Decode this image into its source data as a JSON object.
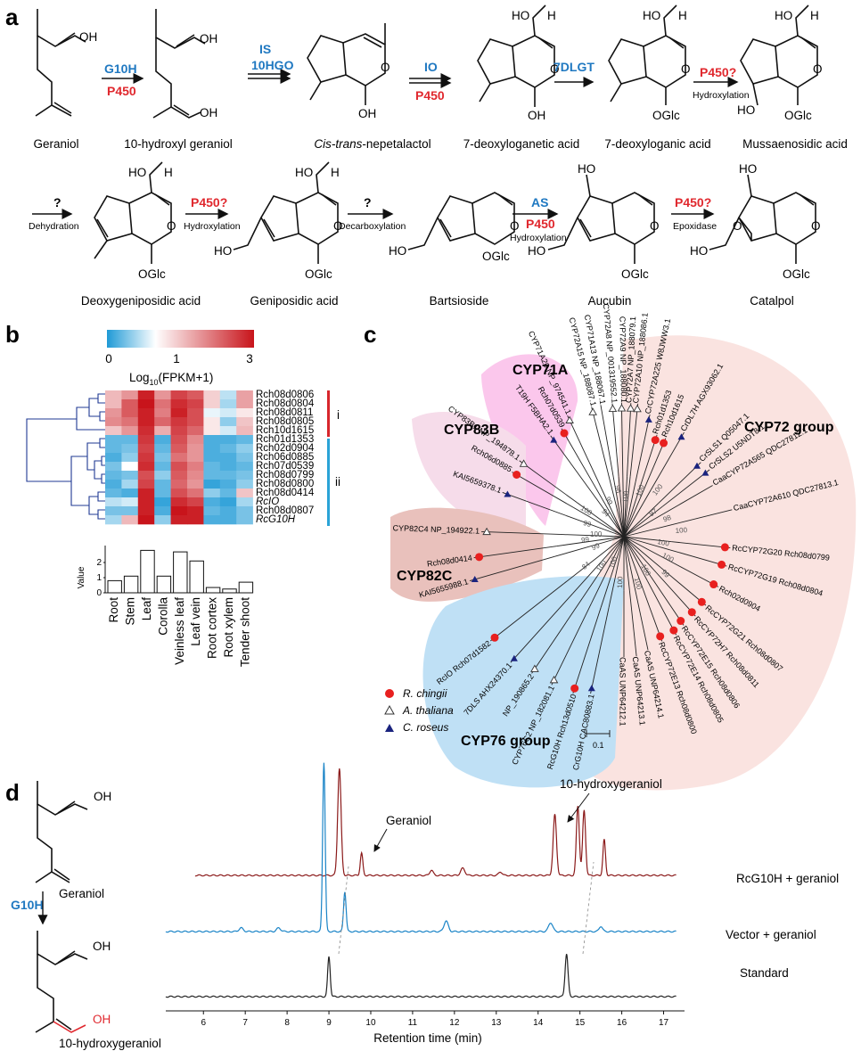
{
  "panels": {
    "a": "a",
    "b": "b",
    "c": "c",
    "d": "d"
  },
  "pathway": {
    "compounds": [
      "Geraniol",
      "10-hydroxyl geraniol",
      "Cis-trans-nepetalactol",
      "7-deoxyloganetic acid",
      "7-deoxyloganic acid",
      "Mussaenosidic acid",
      "Deoxygeniposidic acid",
      "Geniposidic acid",
      "Bartsioside",
      "Aucubin",
      "Catalpol"
    ],
    "nepetalactol_prefix": "Cis-trans",
    "nepetalactol_suffix": "-nepetalactol",
    "steps": [
      {
        "blue": "G10H",
        "red": "P450",
        "note": ""
      },
      {
        "blue": "IS",
        "blue2": "10HGO",
        "red": "",
        "note": ""
      },
      {
        "blue": "IO",
        "red": "P450",
        "note": ""
      },
      {
        "blue": "7DLGT",
        "red": "",
        "note": ""
      },
      {
        "blue": "",
        "red": "P450?",
        "note": "Hydroxylation"
      },
      {
        "black": "?",
        "note": "Dehydration"
      },
      {
        "blue": "",
        "red": "P450?",
        "note": "Hydroxylation"
      },
      {
        "black": "?",
        "note": "Decarboxylation"
      },
      {
        "blue": "AS",
        "red": "P450",
        "note": "Hydroxylation"
      },
      {
        "blue": "",
        "red": "P450?",
        "note": "Epoxidase"
      }
    ],
    "atoms": {
      "OH": "OH",
      "HO": "HO",
      "H": "H",
      "O": "O",
      "OGlc": "OGlc"
    }
  },
  "heatmap": {
    "scale_ticks": [
      "0",
      "1",
      "3"
    ],
    "scale_label_pre": "Log",
    "scale_label_sub": "10",
    "scale_label_post": "(FPKM+1)",
    "genes": [
      "Rch08d0806",
      "Rch08d0804",
      "Rch08d0811",
      "Rch08d0805",
      "Rch10d1615",
      "Rch01d1353",
      "Rch02d0904",
      "Rch06d0885",
      "Rch07d0539",
      "Rch08d0799",
      "Rch08d0800",
      "Rch08d0414",
      "RcIO",
      "Rch08d0807",
      "RcG10H"
    ],
    "groups": [
      {
        "label": "i",
        "color": "#d7262c"
      },
      {
        "label": "ii",
        "color": "#2aa3d6"
      }
    ],
    "tissues": [
      "Root",
      "Stem",
      "Leaf",
      "Corolla",
      "Veinless leaf",
      "Leaf vein",
      "Root cortex",
      "Root xylem",
      "Tender shoot"
    ],
    "bar_ylabel": "Value",
    "bar_ticks": [
      "0",
      "1",
      "2"
    ],
    "bar_values": [
      0.8,
      1.1,
      2.8,
      1.1,
      2.7,
      2.1,
      0.35,
      0.25,
      0.7
    ],
    "values": [
      [
        1.6,
        1.9,
        2.9,
        1.9,
        2.6,
        2.4,
        1.4,
        0.7,
        1.8
      ],
      [
        1.6,
        2.4,
        3.0,
        2.2,
        2.8,
        2.6,
        1.4,
        0.6,
        1.8
      ],
      [
        1.9,
        2.4,
        2.9,
        2.1,
        2.9,
        2.5,
        0.9,
        0.8,
        1.2
      ],
      [
        2.0,
        2.2,
        2.9,
        2.3,
        2.7,
        2.5,
        1.2,
        0.5,
        1.5
      ],
      [
        1.5,
        1.9,
        2.8,
        1.7,
        2.6,
        2.3,
        1.2,
        0.8,
        1.6
      ],
      [
        0.3,
        0.3,
        2.7,
        0.2,
        2.5,
        2.0,
        0.2,
        0.2,
        0.3
      ],
      [
        0.3,
        0.4,
        2.6,
        0.3,
        2.4,
        1.9,
        0.2,
        0.3,
        0.5
      ],
      [
        0.2,
        0.5,
        2.7,
        0.4,
        2.2,
        1.9,
        0.2,
        0.2,
        0.4
      ],
      [
        0.4,
        1.0,
        2.8,
        0.3,
        2.5,
        2.1,
        0.3,
        0.2,
        0.3
      ],
      [
        0.3,
        0.4,
        2.5,
        0.5,
        2.4,
        2.0,
        0.3,
        0.3,
        0.4
      ],
      [
        0.2,
        0.6,
        2.6,
        0.3,
        2.3,
        1.9,
        0.1,
        0.2,
        0.5
      ],
      [
        0.3,
        0.2,
        2.9,
        0.3,
        2.5,
        2.2,
        0.5,
        0.3,
        1.5
      ],
      [
        0.7,
        0.8,
        2.9,
        0.1,
        2.8,
        2.6,
        0.2,
        0.1,
        0.6
      ],
      [
        0.4,
        0.4,
        2.9,
        0.2,
        3.0,
        2.9,
        0.3,
        0.2,
        0.4
      ],
      [
        0.6,
        1.6,
        3.0,
        0.5,
        2.9,
        2.9,
        0.2,
        0.2,
        0.4
      ]
    ]
  },
  "tree": {
    "clades": [
      "CYP71A",
      "CYP83B",
      "CYP82C",
      "CYP76 group",
      "CYP72 group"
    ],
    "legend": [
      {
        "label": "R. chingii",
        "shape": "circle",
        "color": "#e8201f"
      },
      {
        "label": "A. thaliana",
        "shape": "triangle-open",
        "color": "#333333"
      },
      {
        "label": "C. roseus",
        "shape": "triangle",
        "color": "#1a237e"
      }
    ],
    "scale_label": "0.1",
    "leaves": [
      "CYP71A13 NP_188067.1",
      "CYP72A8 NP_001319552.1",
      "CYP72A7 NP_188079.1",
      "CYP72A9 NP_188080.1",
      "CYP72A10 NP_188086.1",
      "CYP72A15 NP_188087.1",
      "CrCYP72A225 W8JWW3.1",
      "Rch10d1615",
      "Rch01d1353",
      "CrDL7H AGX93062.1",
      "CrSLS1 Q05047.1",
      "CrSLS2 U5NDT8.1",
      "CaaCYP72A565 QDC27812.1",
      "CaaCYP72A610 QDC27813.1",
      "RcCYP72G20 Rch08d0799",
      "RcCYP72G19 Rch08d0804",
      "Rch02d0904",
      "RcCYP72G21 Rch08d0807",
      "RcCYP72H7 Rch08d0811",
      "RcCYP72E15 Rch08d0806",
      "RcCYP72E14 Rch08d0805",
      "RcCYP72E13 Rch08d0800",
      "CaAS UNP64214.1",
      "CaAS UNP64213.1",
      "CaAS UNP64212.1",
      "CYP71A20 NP_974541.1",
      "Rch07d0539",
      "T19H F5BHA2.1",
      "CYP83B1 NP_194878.1",
      "Rch06d0885",
      "KAI5659378.1",
      "CYP82C4 NP_194922.1",
      "Rch08d0414",
      "KAI5655988.1",
      "RcIO Rch07d1582",
      "7DLS AHX24370.1",
      "NP_190865.2",
      "CYP76C2 NP_182081.1",
      "RcG10H Rch13d0510",
      "CrG10H CAC80883.1"
    ],
    "bootstraps": [
      "100",
      "99",
      "100",
      "94",
      "99",
      "96",
      "100",
      "100",
      "100",
      "97",
      "98",
      "100",
      "100",
      "100",
      "99",
      "100",
      "100",
      "100",
      "100",
      "100",
      "84",
      "99",
      "99"
    ]
  },
  "chromatogram": {
    "compounds": [
      "Geraniol",
      "10-hydroxygeraniol"
    ],
    "enzyme": "G10H",
    "traces": [
      {
        "name": "RcG10H + geraniol",
        "color": "#8b1a1a"
      },
      {
        "name": "Vector + geraniol",
        "color": "#1a84c7"
      },
      {
        "name": "Standard",
        "color": "#222222"
      }
    ],
    "xlabel": "Retention time (min)",
    "xticks": [
      "6",
      "7",
      "8",
      "9",
      "10",
      "11",
      "12",
      "13",
      "14",
      "15",
      "16",
      "17"
    ],
    "x_range": [
      5.1,
      17.5
    ]
  }
}
